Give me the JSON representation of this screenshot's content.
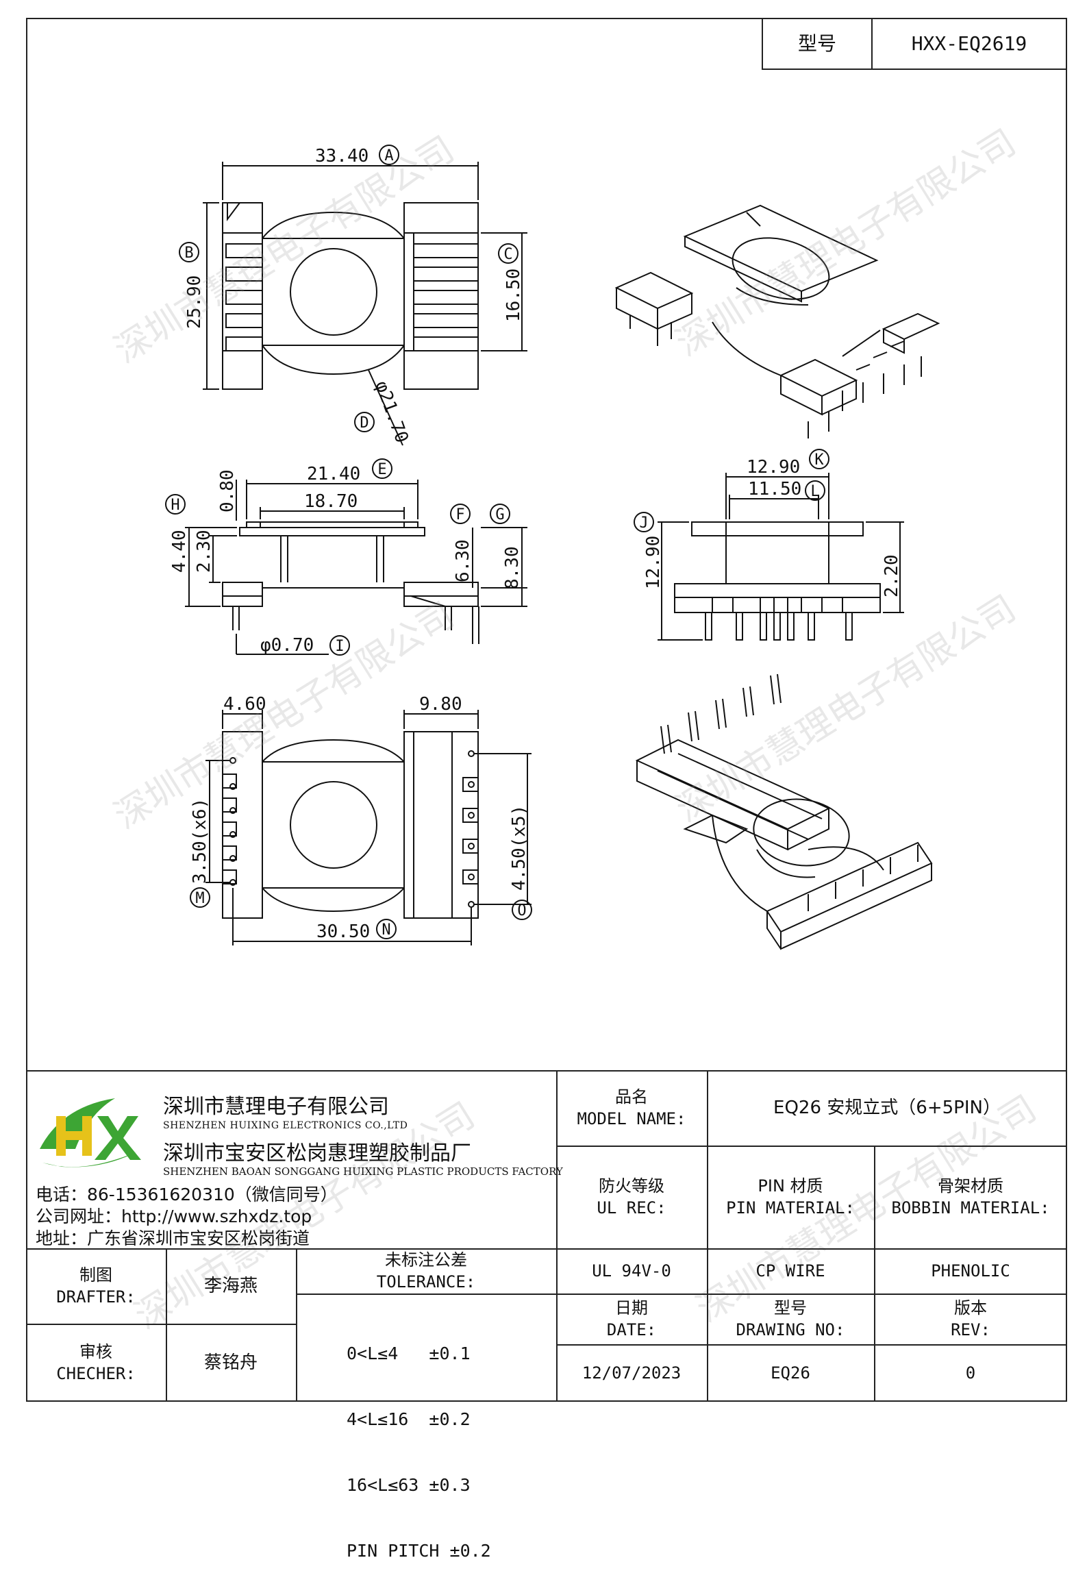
{
  "header": {
    "model_label": "型号",
    "model_value": "HXX-EQ2619"
  },
  "drawing": {
    "dims": {
      "a": "33.40",
      "b": "25.90",
      "c": "16.50",
      "d": "φ21.70",
      "e": "21.40",
      "e2": "18.70",
      "f": "0.80",
      "g": "2.30",
      "h": "4.40",
      "i": "6.30",
      "j": "8.30",
      "k": "φ0.70",
      "l": "12.90",
      "m": "11.50",
      "n": "12.90",
      "o": "2.20",
      "p": "4.60",
      "q": "9.80",
      "r": "3.50(x6)",
      "s": "4.50(x5)",
      "t": "30.50"
    },
    "markers": {
      "A": "A",
      "B": "B",
      "C": "C",
      "D": "D",
      "E": "E",
      "F": "F",
      "G": "G",
      "H": "H",
      "I": "I",
      "J": "J",
      "K": "K",
      "L": "L",
      "M": "M",
      "N": "N",
      "O": "O"
    }
  },
  "watermark": "深圳市慧理电子有限公司",
  "company": {
    "name1": "深圳市慧理电子有限公司",
    "name1_en": "SHENZHEN HUIXING ELECTRONICS CO.,LTD",
    "name2": "深圳市宝安区松岗惠理塑胶制品厂",
    "name2_en": "SHENZHEN BAOAN SONGGANG HUIXING PLASTIC PRODUCTS FACTORY",
    "phone": "电话：86-15361620310（微信同号）",
    "website": "公司网址：http://www.szhxdz.top",
    "address": "地址：广东省深圳市宝安区松岗街道",
    "logo_colors": {
      "green": "#3da534",
      "yellow": "#e6c21a"
    }
  },
  "title_block": {
    "model_name_label_zh": "品名",
    "model_name_label_en": "MODEL NAME:",
    "model_name_value": "EQ26 安规立式（6+5PIN）",
    "ul_label_zh": "防火等级",
    "ul_label_en": "UL REC:",
    "pin_label_zh": "PIN 材质",
    "pin_label_en": "PIN MATERIAL:",
    "bobbin_label_zh": "骨架材质",
    "bobbin_label_en": "BOBBIN MATERIAL:",
    "ul_value": "UL 94V-0",
    "pin_value": "CP WIRE",
    "bobbin_value": "PHENOLIC",
    "drafter_zh": "制图",
    "drafter_en": "DRAFTER:",
    "drafter_name": "李海燕",
    "checker_zh": "审核",
    "checker_en": "CHECHER:",
    "checker_name": "蔡铭舟",
    "tolerance_zh": "未标注公差",
    "tolerance_en": "TOLERANCE:",
    "tolerances": [
      "0<L≤4   ±0.1",
      "4<L≤16  ±0.2",
      "16<L≤63 ±0.3",
      "PIN PITCH ±0.2"
    ],
    "date_zh": "日期",
    "date_en": "DATE:",
    "drawing_no_zh": "型号",
    "drawing_no_en": "DRAWING NO:",
    "rev_zh": "版本",
    "rev_en": "REV:",
    "date_value": "12/07/2023",
    "drawing_no_value": "EQ26",
    "rev_value": "0"
  }
}
